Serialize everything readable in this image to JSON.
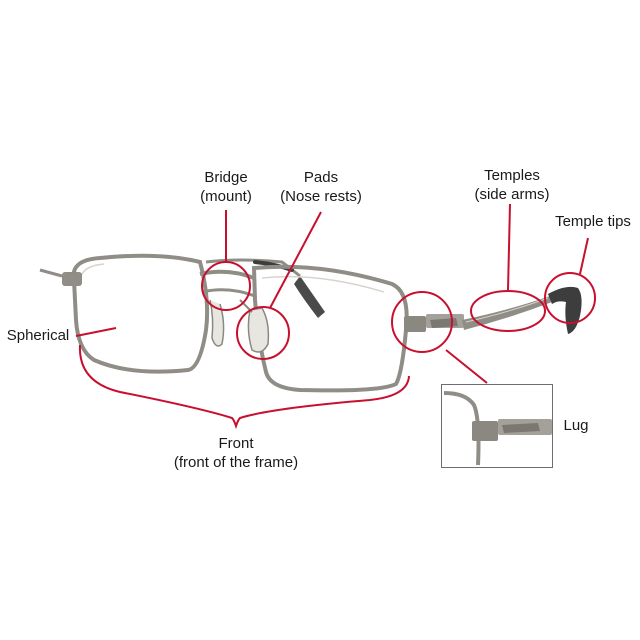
{
  "labels": {
    "bridge": {
      "line1": "Bridge",
      "line2": "(mount)"
    },
    "pads": {
      "line1": "Pads",
      "line2": "(Nose rests)"
    },
    "temples": {
      "line1": "Temples",
      "line2": "(side arms)"
    },
    "temple_tips": "Temple tips",
    "spherical": "Spherical",
    "front": {
      "line1": "Front",
      "line2": "(front of the frame)"
    },
    "lug": "Lug"
  },
  "colors": {
    "annotation": "#c8102e",
    "frame_metal": "#8f8d86",
    "frame_highlight": "#d6d4cd",
    "temple_tip": "#3d3d3d",
    "text": "#1a1a1a"
  }
}
